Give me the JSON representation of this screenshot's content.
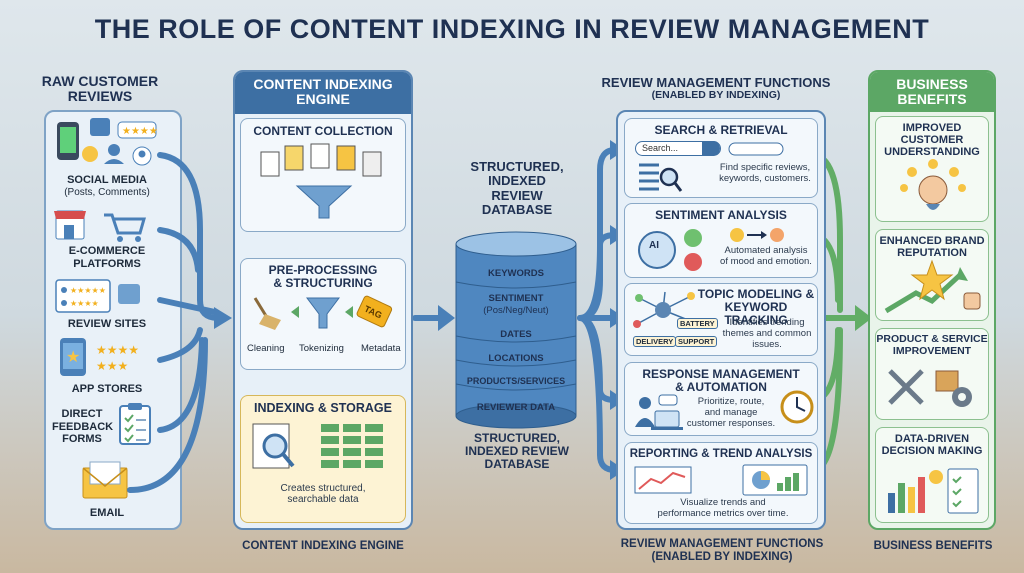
{
  "title": "THE ROLE OF CONTENT INDEXING IN REVIEW MANAGEMENT",
  "raw": {
    "header_line1": "RAW CUSTOMER",
    "header_line2": "REVIEWS",
    "sources": [
      {
        "title": "SOCIAL MEDIA",
        "sub": "(Posts, Comments)"
      },
      {
        "title": "E-COMMERCE",
        "sub": "PLATFORMS"
      },
      {
        "title": "REVIEW SITES",
        "sub": ""
      },
      {
        "title": "APP STORES",
        "sub": ""
      },
      {
        "title": "DIRECT",
        "sub": "FEEDBACK FORMS"
      },
      {
        "title": "EMAIL",
        "sub": ""
      }
    ]
  },
  "engine": {
    "header": "CONTENT INDEXING ENGINE",
    "collection": "CONTENT COLLECTION",
    "preprocess_line1": "PRE-PROCESSING",
    "preprocess_line2": "& STRUCTURING",
    "steps": [
      "Cleaning",
      "Tokenizing",
      "Metadata"
    ],
    "tag": "TAG",
    "storage": "INDEXING & STORAGE",
    "storage_desc_1": "Creates structured,",
    "storage_desc_2": "searchable data",
    "footer": "CONTENT INDEXING ENGINE"
  },
  "database": {
    "top_line1": "STRUCTURED,",
    "top_line2": "INDEXED",
    "top_line3": "REVIEW",
    "top_line4": "DATABASE",
    "fields": [
      "KEYWORDS",
      "SENTIMENT",
      "(Pos/Neg/Neut)",
      "DATES",
      "LOCATIONS",
      "PRODUCTS/SERVICES",
      "REVIEWER DATA"
    ],
    "bottom_line1": "STRUCTURED,",
    "bottom_line2": "INDEXED REVIEW",
    "bottom_line3": "DATABASE"
  },
  "functions": {
    "header_line1": "REVIEW MANAGEMENT FUNCTIONS",
    "header_line2": "(ENABLED BY INDEXING)",
    "items": [
      {
        "title": "SEARCH & RETRIEVAL",
        "desc": [
          "Find specific reviews,",
          "keywords, customers."
        ]
      },
      {
        "title": "SENTIMENT ANALYSIS",
        "desc": [
          "Automated analysis",
          "of mood and emotion."
        ]
      },
      {
        "title": "TOPIC MODELING &",
        "title2": "KEYWORD TRACKING",
        "desc": [
          "Identifies trending",
          "themes and common",
          "issues."
        ]
      },
      {
        "title": "RESPONSE MANAGEMENT",
        "title2": "& AUTOMATION",
        "desc": [
          "Prioritize, route,",
          "and manage",
          "customer responses."
        ]
      },
      {
        "title": "REPORTING & TREND ANALYSIS",
        "desc": [
          "Visualize trends and",
          "performance metrics over time."
        ]
      }
    ],
    "search_placeholder": "Search...",
    "ai_label": "AI",
    "topic_tags": [
      "BATTERY",
      "DELIVERY",
      "SUPPORT"
    ],
    "footer_line1": "REVIEW MANAGEMENT FUNCTIONS",
    "footer_line2": "(ENABLED BY INDEXING)"
  },
  "benefits": {
    "header_line1": "BUSINESS",
    "header_line2": "BENEFITS",
    "items": [
      {
        "l1": "IMPROVED",
        "l2": "CUSTOMER",
        "l3": "UNDERSTANDING"
      },
      {
        "l1": "ENHANCED BRAND",
        "l2": "REPUTATION",
        "l3": ""
      },
      {
        "l1": "PRODUCT & SERVICE",
        "l2": "IMPROVEMENT",
        "l3": ""
      },
      {
        "l1": "DATA-DRIVEN",
        "l2": "DECISION MAKING",
        "l3": ""
      }
    ],
    "footer": "BUSINESS BENEFITS"
  },
  "colors": {
    "blue": "#3d6fa3",
    "green": "#5ca765",
    "arrow_blue": "#4a80b8",
    "arrow_green": "#62ad66"
  }
}
